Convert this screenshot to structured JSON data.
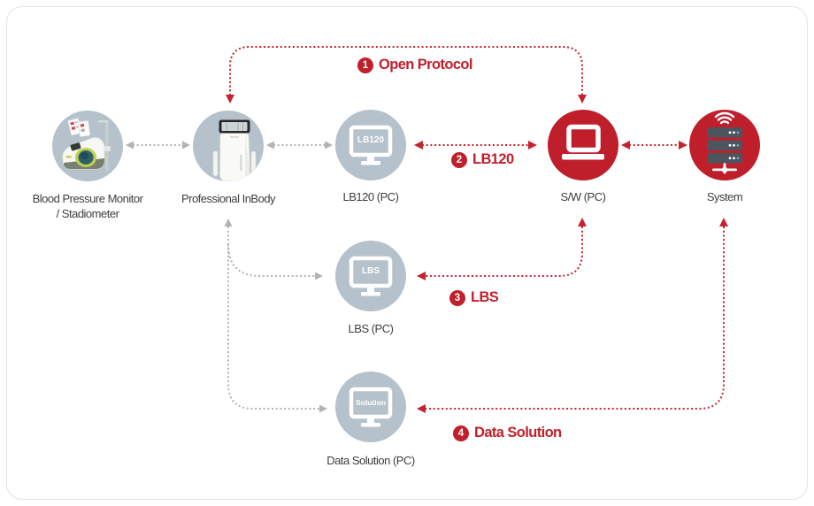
{
  "colors": {
    "accent_red": "#c0202c",
    "node_red": "#bf1f2b",
    "node_gray": "#b5c2cb",
    "arrow_gray": "#b3b3b3",
    "arrow_red": "#c5232f"
  },
  "nodes": [
    {
      "id": "bp-monitor",
      "label": "Blood Pressure Monitor",
      "label2": "/ Stadiometer"
    },
    {
      "id": "professional-inbody",
      "label": "Professional InBody"
    },
    {
      "id": "lb120-pc",
      "label": "LB120 (PC)",
      "screen": "LB120"
    },
    {
      "id": "sw-pc",
      "label": "S/W (PC)"
    },
    {
      "id": "system",
      "label": "System"
    },
    {
      "id": "lbs-pc",
      "label": "LBS (PC)",
      "screen": "LBS"
    },
    {
      "id": "data-solution-pc",
      "label": "Data Solution (PC)",
      "screen": "Solution"
    }
  ],
  "flows": [
    {
      "num": "1",
      "label": "Open Protocol"
    },
    {
      "num": "2",
      "label": "LB120"
    },
    {
      "num": "3",
      "label": "LBS"
    },
    {
      "num": "4",
      "label": "Data Solution"
    }
  ]
}
